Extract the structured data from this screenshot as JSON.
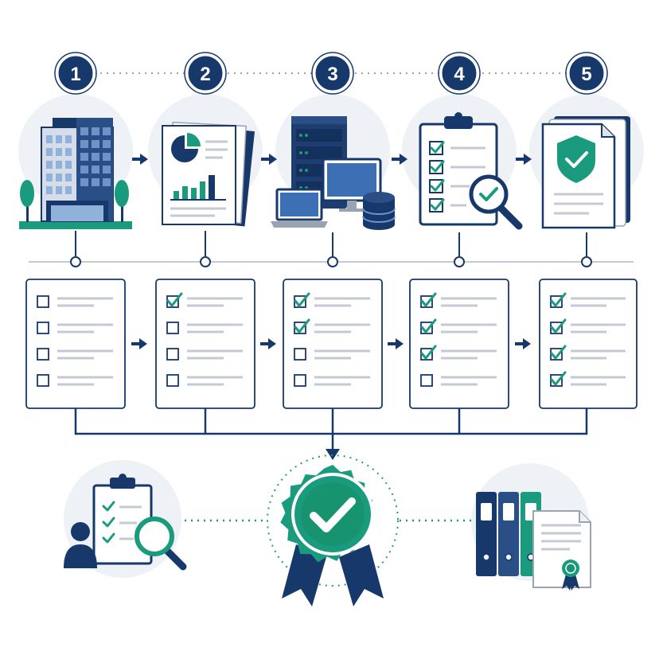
{
  "steps": [
    {
      "number": "1",
      "icon": "office-building-icon"
    },
    {
      "number": "2",
      "icon": "report-documents-icon"
    },
    {
      "number": "3",
      "icon": "server-computer-icon"
    },
    {
      "number": "4",
      "icon": "clipboard-audit-icon"
    },
    {
      "number": "5",
      "icon": "shield-check-document-icon"
    }
  ],
  "checklists": [
    {
      "checked": 0,
      "total": 4
    },
    {
      "checked": 1,
      "total": 4
    },
    {
      "checked": 2,
      "total": 4
    },
    {
      "checked": 3,
      "total": 4
    },
    {
      "checked": 4,
      "total": 4
    }
  ],
  "bottom": {
    "left_icon": "auditor-clipboard-icon",
    "center_icon": "certification-badge-icon",
    "right_icon": "binders-certificate-icon"
  },
  "colors": {
    "navy": "#17386b",
    "teal": "#1a9b7d",
    "grey_line": "#c4c9d3",
    "soft_bg": "#eef1f6"
  }
}
